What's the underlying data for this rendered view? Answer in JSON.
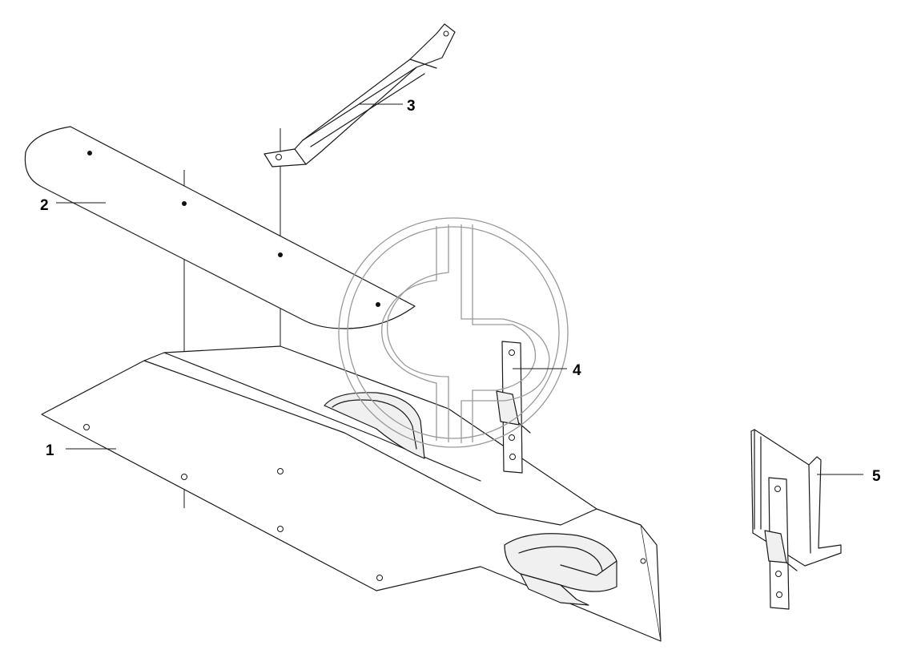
{
  "callouts": [
    {
      "id": "1",
      "label": "1"
    },
    {
      "id": "2",
      "label": "2"
    },
    {
      "id": "3",
      "label": "3"
    },
    {
      "id": "4",
      "label": "4"
    },
    {
      "id": "5",
      "label": "5"
    }
  ],
  "colors": {
    "line": "#1a1a1a",
    "background": "#ffffff",
    "watermark": "#9a9a9a"
  }
}
